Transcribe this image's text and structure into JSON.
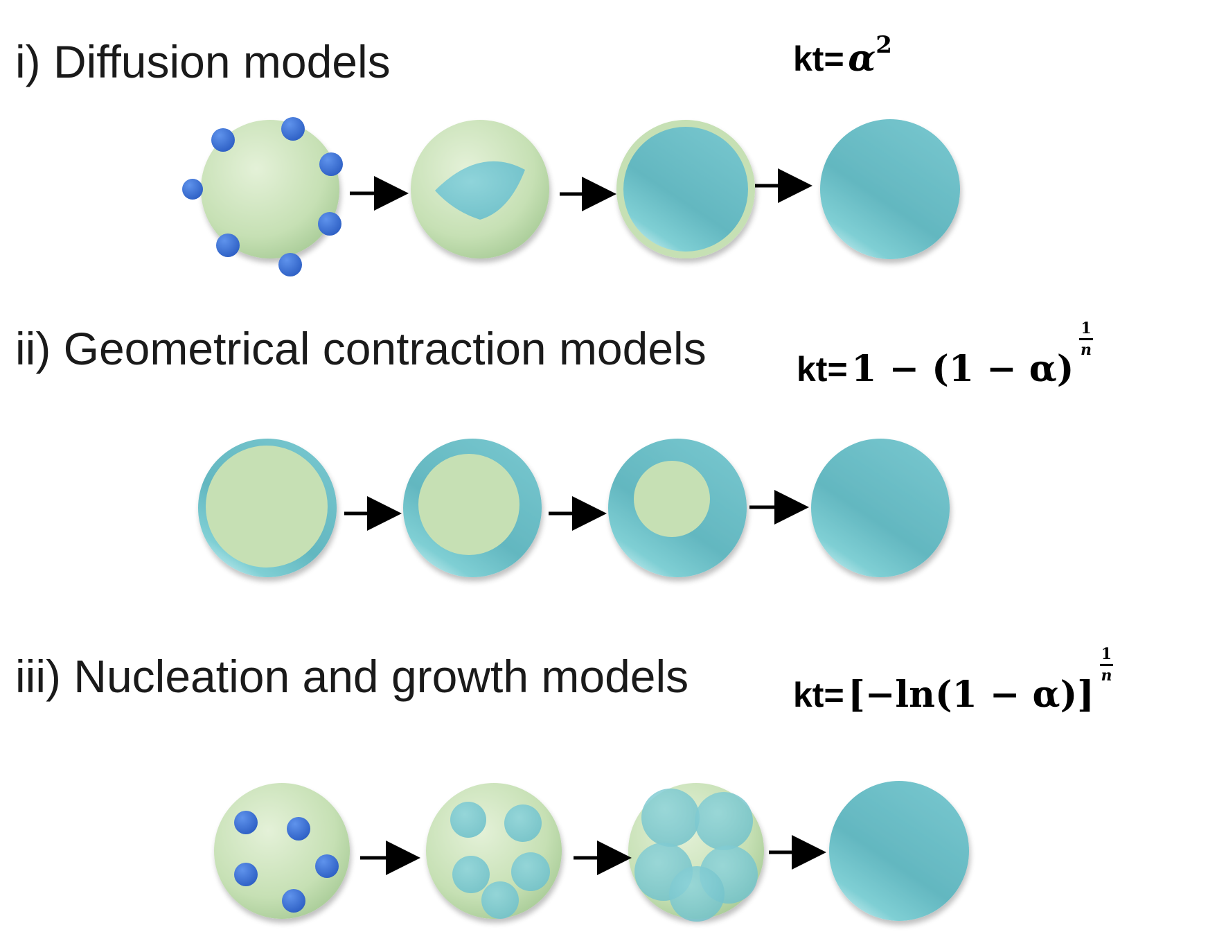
{
  "rows": [
    {
      "label": "i) Diffusion models",
      "formula": {
        "kt": "kt=",
        "expr": "α",
        "sup": "2"
      }
    },
    {
      "label": "ii) Geometrical contraction models",
      "formula": {
        "kt": "kt=",
        "expr": "1 − (1 − α)",
        "frac_num": "1",
        "frac_den": "n"
      }
    },
    {
      "label": "iii) Nucleation and growth models",
      "formula": {
        "kt": "kt=",
        "expr": "[−ln(1 − α)]",
        "frac_num": "1",
        "frac_den": "n"
      }
    }
  ],
  "colors": {
    "reactant": "#c6e0b4",
    "product": "#6fc0c8",
    "nucleus": "#3a6fd0",
    "arrow": "#000000"
  }
}
